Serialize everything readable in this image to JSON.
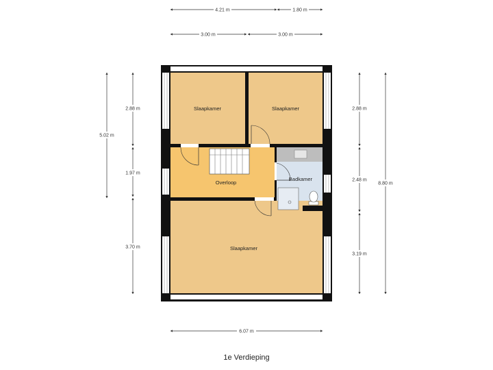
{
  "floor": {
    "title": "1e Verdieping"
  },
  "rooms": {
    "bedroom_left": "Slaapkamer",
    "bedroom_right": "Slaapkamer",
    "landing": "Overloop",
    "bathroom": "Badkamer",
    "bedroom_bottom": "Slaapkamer"
  },
  "dimensions": {
    "top_outer_left": "4.21 m",
    "top_outer_right": "1.80 m",
    "top_inner_left": "3.00 m",
    "top_inner_right": "3.00 m",
    "left_outer": "5.02 m",
    "left_inner_top": "2.88 m",
    "left_inner_mid": "1.97 m",
    "left_inner_bottom": "3.70 m",
    "right_inner_top": "2.88 m",
    "right_inner_mid": "2.48 m",
    "right_inner_bottom": "3.19 m",
    "right_outer": "8.80 m",
    "bottom": "6.07 m"
  },
  "colors": {
    "room_fill": "#EEC88A",
    "landing_fill": "#F6C56E",
    "bathroom_fill": "#D9E3EE",
    "wall": "#111111",
    "window": "#ffffff",
    "dim_line": "#333333"
  }
}
